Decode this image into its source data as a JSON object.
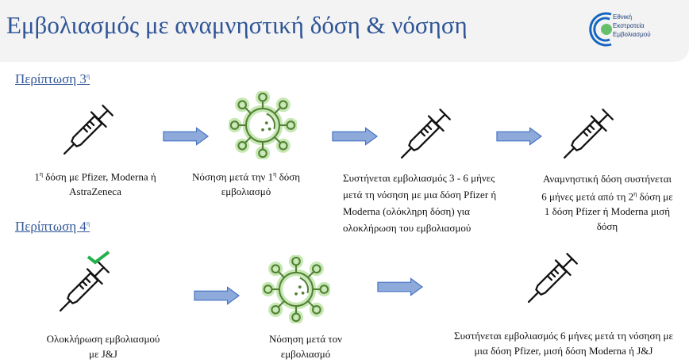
{
  "header": {
    "title": "Εμβολιασμός με αναμνηστική δόση & νόσηση",
    "logo": {
      "line1": "Εθνική",
      "line2": "Εκστρατεία",
      "line3": "Εμβολιασμού"
    }
  },
  "case3": {
    "heading": "Περίπτωση 3",
    "heading_sup": "η",
    "step1": {
      "sup": "η",
      "pre": "1",
      "line1": " δόση με Pfizer, Moderna ή",
      "line2": "AstraZeneca"
    },
    "step2": {
      "line1a": "Νόσηση μετά την 1",
      "sup": "η",
      "line1b": " δόση",
      "line2": "εμβολιασμό"
    },
    "step3": {
      "line1": "Συστήνεται εμβολιασμός 3 - 6 μήνες",
      "line2": "μετά τη νόσηση με μια δόση Pfizer ή",
      "line3": "Moderna (ολόκληρη δόση) για",
      "line4": "ολοκλήρωση του εμβολιασμού"
    },
    "step4": {
      "line1": "Αναμνηστική δόση συστήνεται",
      "line2a": "6 μήνες μετά από τη 2",
      "sup": "η",
      "line2b": " δόση με",
      "line3": "1 δόση Pfizer ή  Moderna μισή",
      "line4": "δόση"
    }
  },
  "case4": {
    "heading": "Περίπτωση 4",
    "heading_sup": "η",
    "step1": {
      "line1": "Ολοκλήρωση εμβολιασμού",
      "line2": "με J&J"
    },
    "step2": {
      "line1": "Νόσηση μετά τον",
      "line2": "εμβολιασμό"
    },
    "step3": {
      "line1": "Συστήνεται εμβολιασμός 6 μήνες μετά τη νόσηση με",
      "line2": "μια δόση Pfizer, μισή δόση Moderna ή J&J"
    }
  },
  "colors": {
    "title": "#2f5597",
    "arrow": "#8eaadb",
    "virus": "#548235",
    "check": "#22b14c"
  }
}
